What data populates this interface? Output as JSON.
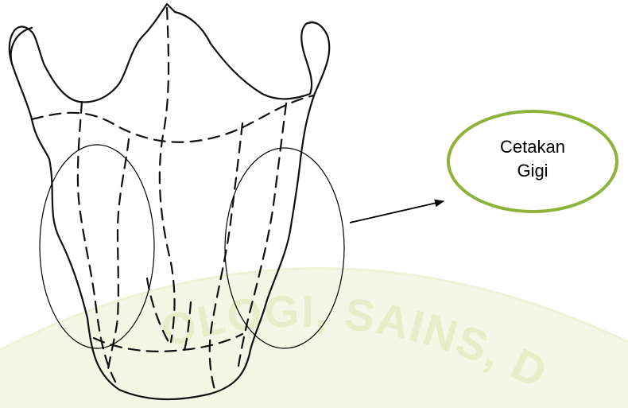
{
  "callout": {
    "label_line1": "Cetakan",
    "label_line2": "Gigi",
    "border_color": "#8db33a"
  },
  "watermark": {
    "text": "OLOGI, SAINS, D",
    "color": "#e7ecc9",
    "band_color": "#f4f6e6"
  },
  "drawing": {
    "stroke_color": "#111111",
    "marker_circle_color": "#000000",
    "arrow_color": "#000000"
  }
}
